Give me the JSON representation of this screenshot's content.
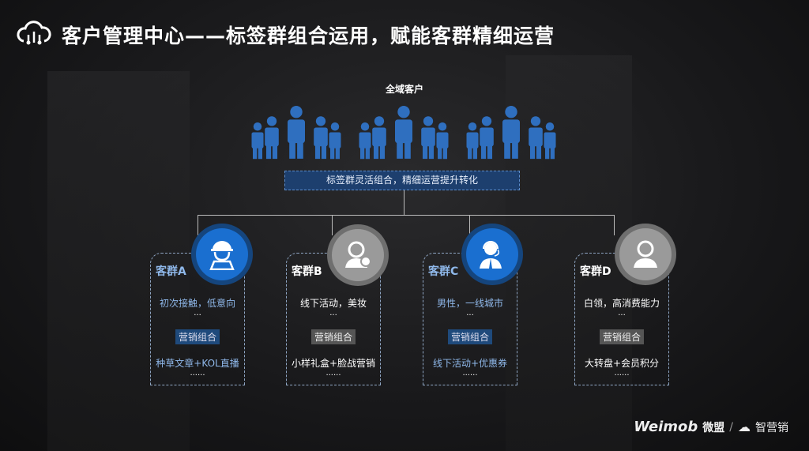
{
  "header": {
    "title": "客户管理中心——标签群组合运用，赋能客群精细运营"
  },
  "tree": {
    "root_label": "全域客户",
    "tag_label": "标签群灵活组合，精细运营提升转化"
  },
  "groups": [
    {
      "name": "客群A",
      "desc": "初次接触，低意向",
      "dots1": "...",
      "mix_label": "营销组合",
      "combo": "种草文章+KOL直播",
      "dots2": "......",
      "theme": "blue",
      "icon": "worker-icon"
    },
    {
      "name": "客群B",
      "desc": "线下活动，美妆",
      "dots1": "...",
      "mix_label": "营销组合",
      "combo": "小样礼盒+脸战营销",
      "dots2": "......",
      "theme": "gray",
      "icon": "user-search-icon"
    },
    {
      "name": "客群C",
      "desc": "男性，一线城市",
      "dots1": "...",
      "mix_label": "营销组合",
      "combo": "线下活动+优惠券",
      "dots2": "......",
      "theme": "blue",
      "icon": "headset-agent-icon"
    },
    {
      "name": "客群D",
      "desc": "白领，高消费能力",
      "dots1": "...",
      "mix_label": "营销组合",
      "combo": "大转盘+会员积分",
      "dots2": "......",
      "theme": "gray",
      "icon": "user-icon"
    }
  ],
  "footer": {
    "brand": "Weimob",
    "brand_cn": "微盟",
    "separator": "/",
    "product": "智营销"
  },
  "colors": {
    "blue": "#1a6fd0",
    "gray": "#9a9a9a",
    "people": "#2f6fbf"
  }
}
